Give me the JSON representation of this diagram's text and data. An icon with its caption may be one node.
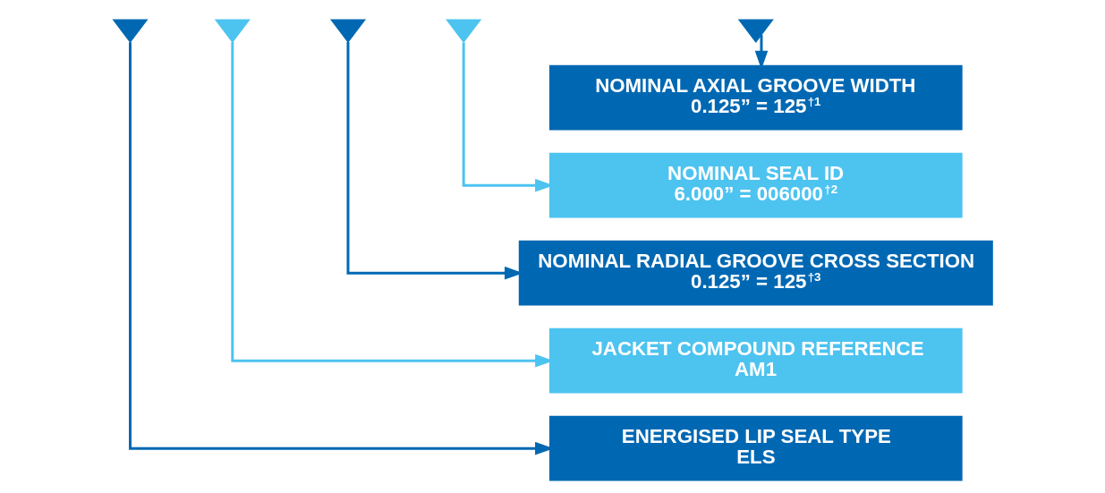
{
  "diagram": {
    "nodes": [
      {
        "text": [],
        "shape": "triangle"
      },
      {
        "text": [],
        "shape": "triangle"
      },
      {
        "text": [],
        "shape": "triangle"
      },
      {
        "text": [],
        "shape": "triangle"
      },
      {
        "text": [],
        "shape": "triangle"
      },
      {
        "text": [
          "NOMINAL AXIAL GROOVE WIDTH",
          "0.125” = 125$^{†1}$"
        ]
      },
      {
        "text": [
          "NOMINAL SEAL ID",
          "6.000” = 006000$^{†2}$"
        ]
      },
      {
        "text": [
          "NOMINAL RADIAL GROOVE CROSS SECTION",
          "0.125” = 125$^{†3}$"
        ]
      },
      {
        "text": [
          "JACKET COMPOUND REFERENCE",
          "AM1"
        ]
      },
      {
        "text": [
          "ENERGISED LIP SEAL TYPE",
          "ELS"
        ]
      }
    ],
    "edges": [
      {
        "from": 4,
        "to": 5,
        "arrow": "to"
      },
      {
        "from": 3,
        "to": 6,
        "arrow": "to",
        "color": "#4dc3f0"
      },
      {
        "from": 2,
        "to": 7,
        "arrow": "to"
      },
      {
        "from": 1,
        "to": 8,
        "arrow": "to",
        "color": "#4dc3f0"
      },
      {
        "from": 0,
        "to": 9,
        "arrow": "to"
      }
    ]
  }
}
